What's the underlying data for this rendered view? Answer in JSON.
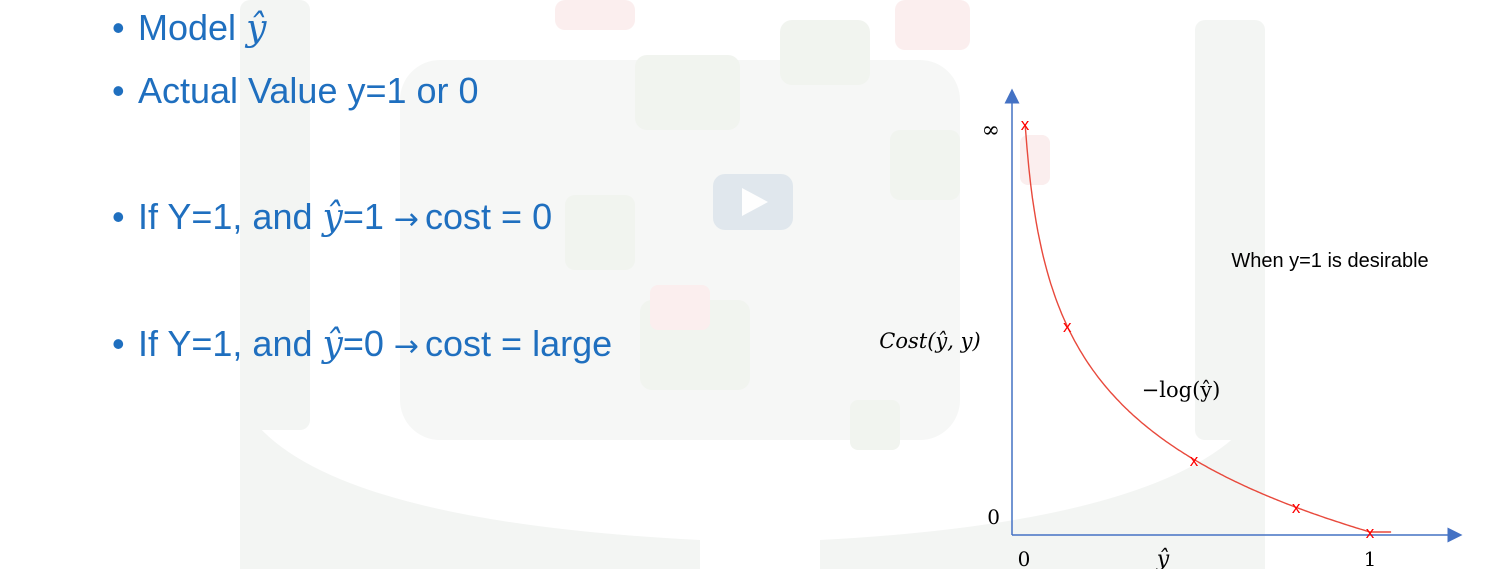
{
  "slide": {
    "bullets": {
      "b1": {
        "pre": "Model ",
        "yhat": "ŷ",
        "post": ""
      },
      "b2": {
        "text": "Actual Value y=1 or 0"
      },
      "b3": {
        "pre": "If Y=1, and ",
        "yhat": "ŷ",
        "mid": "=1",
        "arrow": "→",
        "post": "cost = 0"
      },
      "b4": {
        "pre": "If Y=1, and ",
        "yhat": "ŷ",
        "mid": "=0",
        "arrow": "→",
        "post": "cost = large"
      }
    },
    "bullet_char": "•",
    "text_color": "#1f6fbf",
    "play_icon": "play-icon"
  },
  "chart_data": {
    "type": "line",
    "ylabel": "Cost(ŷ, y)",
    "xlabel": "ŷ",
    "curve_label": "−log(ŷ)",
    "annotation": "When y=1 is desirable",
    "x_ticks": [
      "0",
      "1"
    ],
    "y_ticks": [
      "0",
      "∞"
    ],
    "xlim": [
      0,
      1
    ],
    "marker_symbol": "x",
    "series": [
      {
        "points": [
          {
            "x": 0.02,
            "y": 3.9
          },
          {
            "x": 0.14,
            "y": 1.97
          },
          {
            "x": 0.5,
            "y": 0.69
          },
          {
            "x": 0.79,
            "y": 0.24
          },
          {
            "x": 1.0,
            "y": 0.0
          }
        ]
      }
    ],
    "colors": {
      "axis": "#4472c4",
      "curve": "#e8493c",
      "marker": "#ff0000"
    }
  }
}
